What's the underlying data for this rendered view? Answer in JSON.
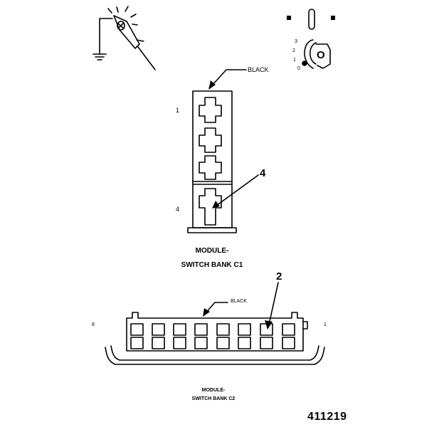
{
  "connector_c1": {
    "color_label": "BLACK",
    "pin_label_top": "1",
    "pin_label_bottom": "4",
    "callout": "4",
    "title_line1": "MODULE-",
    "title_line2": "SWITCH BANK C1"
  },
  "connector_c2": {
    "color_label": "BLACK",
    "pin_label_left": "8",
    "pin_label_right": "1",
    "callout": "2",
    "title_line1": "MODULE-",
    "title_line2": "SWITCH BANK C2"
  },
  "ignition_switch": {
    "positions": [
      "3",
      "2",
      "1",
      "0"
    ],
    "key_label": "O"
  },
  "figure_number": "411219",
  "icons": [
    "test-light-probe-icon",
    "ground-icon",
    "ignition-key-icon",
    "ignition-off-icon"
  ]
}
